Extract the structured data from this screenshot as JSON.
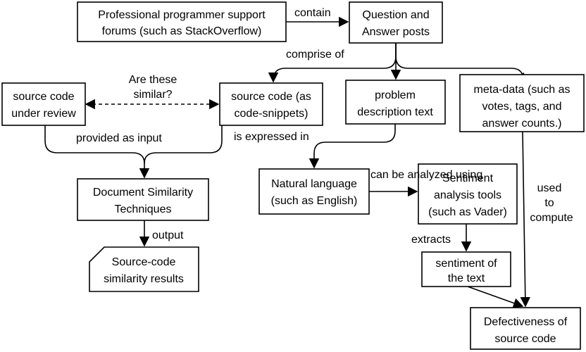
{
  "nodes": {
    "forums": [
      "Professional programmer support",
      "forums (such as StackOverflow)"
    ],
    "qa_posts": [
      "Question and",
      "Answer posts"
    ],
    "code_review": [
      "source code",
      "under review"
    ],
    "code_snippets": [
      "source code (as",
      "code-snippets)"
    ],
    "problem_text": [
      "problem",
      "description text"
    ],
    "metadata": [
      "meta-data (such as",
      "votes, tags, and",
      "answer counts.)"
    ],
    "doc_similarity": [
      "Document Similarity",
      "Techniques"
    ],
    "natural_language": [
      "Natural language",
      "(such as English)"
    ],
    "sentiment_tools": [
      "Sentiment",
      "analysis tools",
      "(such as Vader)"
    ],
    "similarity_results": [
      "Source-code",
      "similarity results"
    ],
    "sentiment_text": [
      "sentiment of",
      "the text"
    ],
    "defectiveness": [
      "Defectiveness of",
      "source code"
    ]
  },
  "edge_labels": {
    "contain": "contain",
    "comprise_of": "comprise of",
    "are_these_similar": [
      "Are these",
      "similar?"
    ],
    "provided_as_input": "provided as input",
    "is_expressed_in": "is expressed in",
    "can_be_analyzed_using": "can be analyzed using",
    "output": "output",
    "extracts": "extracts",
    "used_to_compute": [
      "used",
      "to",
      "compute"
    ]
  }
}
